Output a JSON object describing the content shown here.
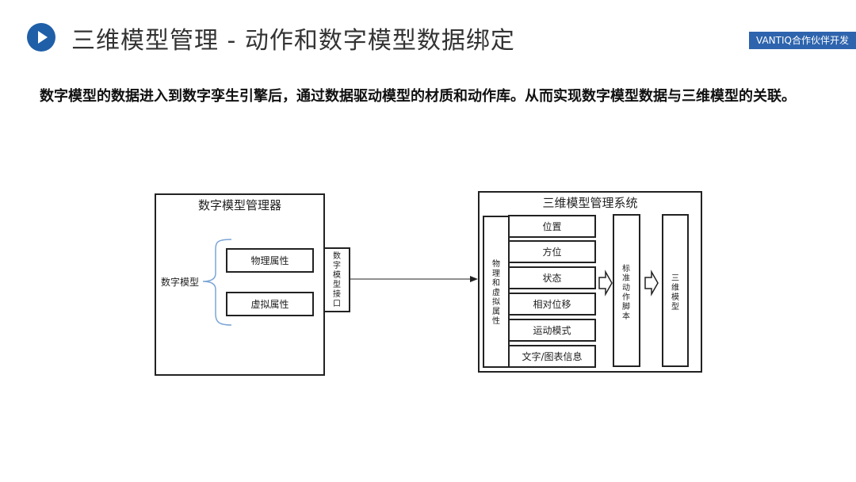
{
  "header": {
    "title": "三维模型管理 - 动作和数字模型数据绑定",
    "brand": "VANTIQ合作伙伴开发"
  },
  "intro": "数字模型的数据进入到数字孪生引擎后，通过数据驱动模型的材质和动作库。从而实现数字模型数据与三维模型的关联。",
  "diagram": {
    "left_panel": {
      "title": "数字模型管理器",
      "model_label": "数字模型",
      "attributes": [
        "物理属性",
        "虚拟属性"
      ],
      "interface": "数字模型接口"
    },
    "right_panel": {
      "title": "三维模型管理系统",
      "props_column": "物理和虚拟属性",
      "props": [
        "位置",
        "方位",
        "状态",
        "相对位移",
        "运动模式",
        "文字/图表信息"
      ],
      "script_column": "标准动作脚本",
      "model_column": "三维模型"
    }
  },
  "colors": {
    "accent": "#1f5fa8",
    "badge": "#2d64ad",
    "bracket": "#7aa5d6",
    "line": "#222222"
  }
}
